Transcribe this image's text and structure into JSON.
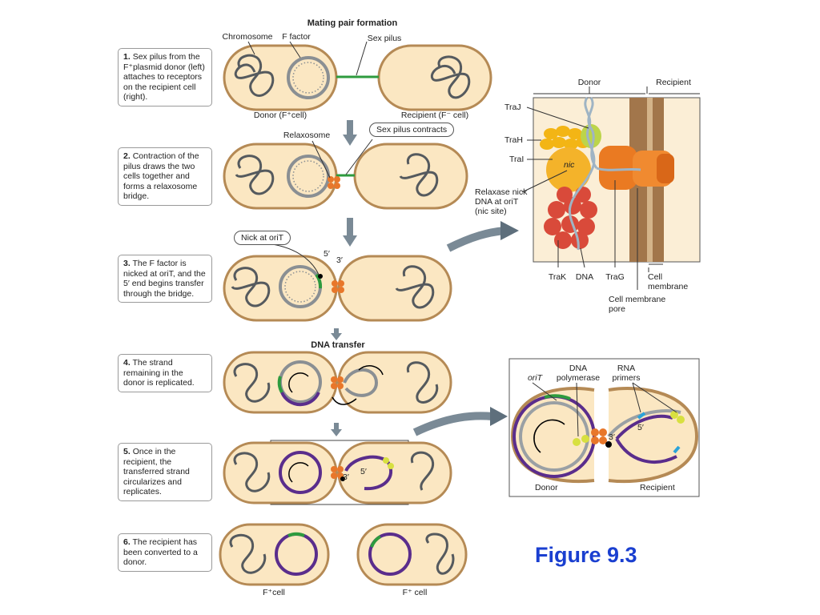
{
  "title": "Mating pair formation",
  "steps": [
    {
      "num": "1.",
      "text": "Sex pilus from the F⁺plasmid donor (left) attaches to receptors on the recipient cell (right)."
    },
    {
      "num": "2.",
      "text": "Contraction of the pilus draws the two cells together and forms a relaxosome bridge."
    },
    {
      "num": "3.",
      "text": "The F factor is nicked at oriT, and the 5′ end begins transfer through the bridge."
    },
    {
      "num": "4.",
      "text": "The strand remaining in the donor is replicated."
    },
    {
      "num": "5.",
      "text": "Once in the recipient, the transferred strand circularizes and replicates."
    },
    {
      "num": "6.",
      "text": "The recipient has been converted to a donor."
    }
  ],
  "labels": {
    "chromosome": "Chromosome",
    "f_factor": "F factor",
    "sex_pilus": "Sex pilus",
    "donor_cell": "Donor (F⁺cell)",
    "recipient_cell": "Recipient (F⁻ cell)",
    "relaxosome": "Relaxosome",
    "sex_pilus_contracts": "Sex pilus contracts",
    "nick_at_orit": "Nick at oriT",
    "five_prime": "5′",
    "three_prime": "3′",
    "dna_transfer": "DNA transfer",
    "f_plus_cell_left": "F⁺cell",
    "f_plus_cell_right": "F⁺ cell"
  },
  "inset_top": {
    "donor": "Donor",
    "recipient": "Recipient",
    "traj": "TraJ",
    "trah": "TraH",
    "trai": "TraI",
    "nic": "nic",
    "relaxase_nick": "Relaxase nick",
    "dna_at_orit": "DNA at oriT",
    "nic_site": "(nic site)",
    "trak": "TraK",
    "dna": "DNA",
    "trag": "TraG",
    "cell_membrane": "Cell",
    "cell_membrane2": "membrane",
    "cell_membrane_pore": "Cell membrane",
    "pore": "pore"
  },
  "inset_bottom": {
    "orit": "oriT",
    "dna_polymerase1": "DNA",
    "dna_polymerase2": "polymerase",
    "rna_primers1": "RNA",
    "rna_primers2": "primers",
    "five_prime": "5′",
    "three_prime": "3′",
    "donor": "Donor",
    "recipient": "Recipient"
  },
  "figure_label": "Figure 9.3",
  "colors": {
    "cell_fill": "#fbe7c2",
    "cell_outline": "#b58a55",
    "chromosome": "#555a5e",
    "plasmid": "#8a8f93",
    "new_strand": "#5a2d8c",
    "orit": "#2e9b3e",
    "relaxosome": "#e8772a",
    "figure_text": "#1a3fd0"
  }
}
